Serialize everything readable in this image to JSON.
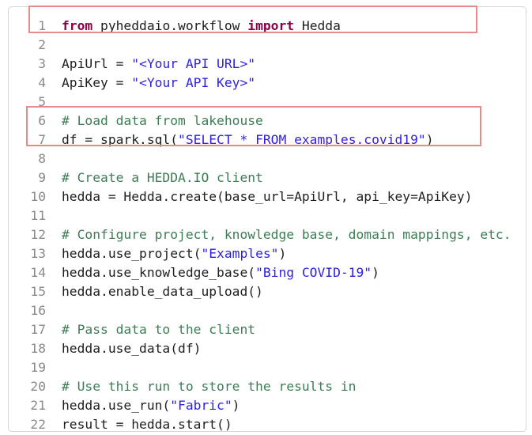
{
  "highlight_color": "#e88a8a",
  "lines": [
    {
      "n": "1",
      "tokens": [
        [
          "kw",
          "from"
        ],
        [
          "txt",
          " pyheddaio.workflow "
        ],
        [
          "kw",
          "import"
        ],
        [
          "txt",
          " Hedda"
        ]
      ]
    },
    {
      "n": "2",
      "tokens": []
    },
    {
      "n": "3",
      "tokens": [
        [
          "txt",
          "ApiUrl = "
        ],
        [
          "str",
          "\"<Your API URL>\""
        ]
      ]
    },
    {
      "n": "4",
      "tokens": [
        [
          "txt",
          "ApiKey = "
        ],
        [
          "str",
          "\"<Your API Key>\""
        ]
      ]
    },
    {
      "n": "5",
      "tokens": []
    },
    {
      "n": "6",
      "tokens": [
        [
          "com",
          "# Load data from lakehouse"
        ]
      ]
    },
    {
      "n": "7",
      "tokens": [
        [
          "txt",
          "df = spark.sql("
        ],
        [
          "str",
          "\"SELECT * FROM examples.covid19\""
        ],
        [
          "txt",
          ")"
        ]
      ]
    },
    {
      "n": "8",
      "tokens": []
    },
    {
      "n": "9",
      "tokens": [
        [
          "com",
          "# Create a HEDDA.IO client"
        ]
      ]
    },
    {
      "n": "10",
      "tokens": [
        [
          "txt",
          "hedda = Hedda.create(base_url=ApiUrl, api_key=ApiKey)"
        ]
      ]
    },
    {
      "n": "11",
      "tokens": []
    },
    {
      "n": "12",
      "tokens": [
        [
          "com",
          "# Configure project, knowledge base, domain mappings, etc."
        ]
      ]
    },
    {
      "n": "13",
      "tokens": [
        [
          "txt",
          "hedda.use_project("
        ],
        [
          "str",
          "\"Examples\""
        ],
        [
          "txt",
          ")"
        ]
      ]
    },
    {
      "n": "14",
      "tokens": [
        [
          "txt",
          "hedda.use_knowledge_base("
        ],
        [
          "str",
          "\"Bing COVID-19\""
        ],
        [
          "txt",
          ")"
        ]
      ]
    },
    {
      "n": "15",
      "tokens": [
        [
          "txt",
          "hedda.enable_data_upload()"
        ]
      ]
    },
    {
      "n": "16",
      "tokens": []
    },
    {
      "n": "17",
      "tokens": [
        [
          "com",
          "# Pass data to the client"
        ]
      ]
    },
    {
      "n": "18",
      "tokens": [
        [
          "txt",
          "hedda.use_data(df)"
        ]
      ]
    },
    {
      "n": "19",
      "tokens": []
    },
    {
      "n": "20",
      "tokens": [
        [
          "com",
          "# Use this run to store the results in"
        ]
      ]
    },
    {
      "n": "21",
      "tokens": [
        [
          "txt",
          "hedda.use_run("
        ],
        [
          "str",
          "\"Fabric\""
        ],
        [
          "txt",
          ")"
        ]
      ]
    },
    {
      "n": "22",
      "tokens": [
        [
          "txt",
          "result = hedda.start()"
        ]
      ]
    }
  ]
}
